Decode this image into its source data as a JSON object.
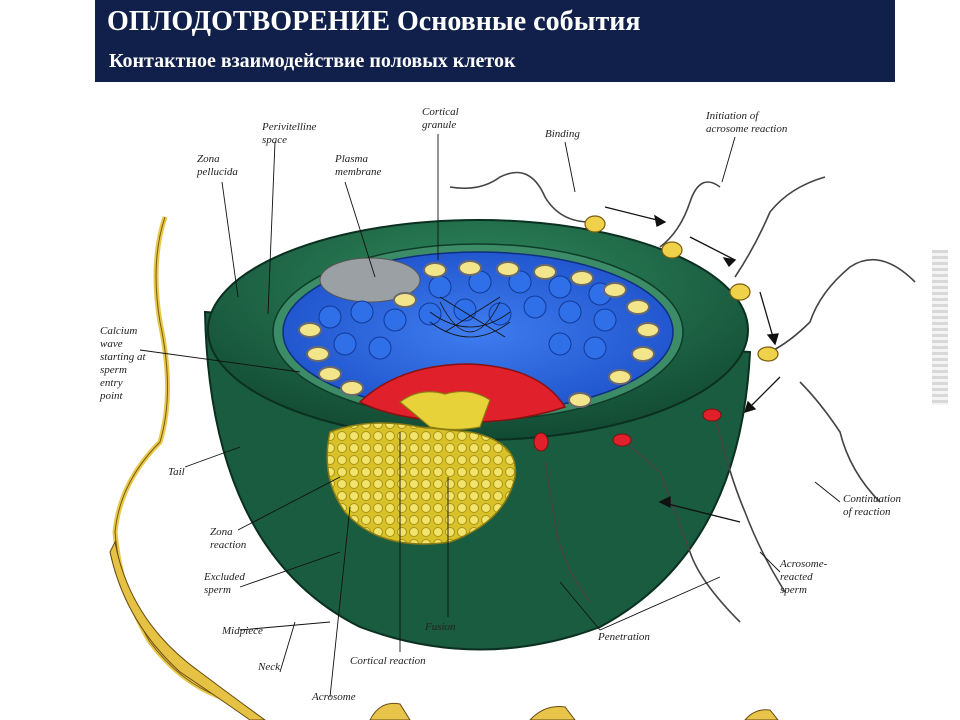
{
  "header": {
    "title": "ОПЛОДОТВОРЕНИЕ Основные события",
    "subtitle": "Контактное взаимодействие половых клеток"
  },
  "labels": {
    "zona_pellucida": [
      "Zona",
      "pellucida"
    ],
    "perivitelline": [
      "Perivitelline",
      "space"
    ],
    "plasma_membrane": [
      "Plasma",
      "membrane"
    ],
    "cortical_granule": [
      "Cortical",
      "granule"
    ],
    "binding": [
      "Binding"
    ],
    "initiation": [
      "Initiation of",
      "acrosome reaction"
    ],
    "calcium_wave": [
      "Calcium",
      "wave",
      "starting at",
      "sperm",
      "entry",
      "point"
    ],
    "tail": [
      "Tail"
    ],
    "zona_reaction": [
      "Zona",
      "reaction"
    ],
    "excluded_sperm": [
      "Excluded",
      "sperm"
    ],
    "midpiece": [
      "Midpiece"
    ],
    "neck": [
      "Neck"
    ],
    "acrosome": [
      "Acrosome"
    ],
    "cortical_reaction": [
      "Cortical reaction"
    ],
    "fusion": [
      "Fusion"
    ],
    "penetration": [
      "Penetration"
    ],
    "continuation": [
      "Continuation",
      "of reaction"
    ],
    "acrosome_reacted": [
      "Acrosome-",
      "reacted",
      "sperm"
    ]
  },
  "colors": {
    "header_bg": "#10204a",
    "zona": "#1f6b4a",
    "cytoplasm": "#2a63e0",
    "nucleus_zone": "#e0202a",
    "yellow": "#e8d23a"
  }
}
